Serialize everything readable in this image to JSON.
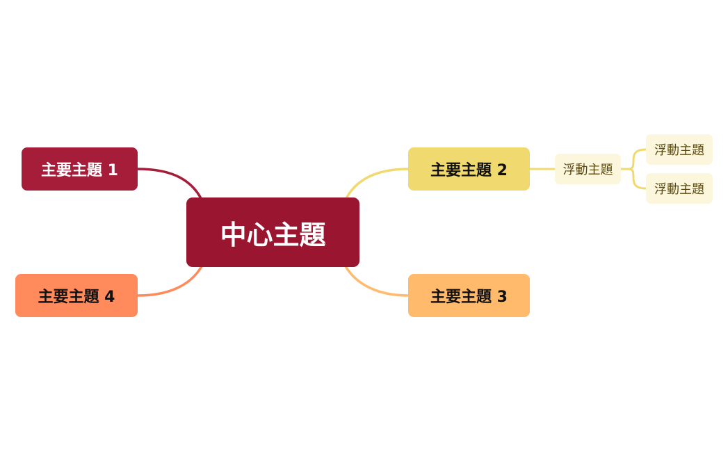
{
  "central_topic": {
    "label": "中心主題",
    "color": "#991530"
  },
  "main_topics": [
    {
      "label": "主要主題 1",
      "color": "#A51D39",
      "text_color": "#ffffff",
      "line_color": "#A51D39"
    },
    {
      "label": "主要主題 2",
      "color": "#F0D96E",
      "text_color": "#111111",
      "line_color": "#F0D96E"
    },
    {
      "label": "主要主題 3",
      "color": "#FFBB6B",
      "text_color": "#111111",
      "line_color": "#FFBB6B"
    },
    {
      "label": "主要主題 4",
      "color": "#FF8A5B",
      "text_color": "#111111",
      "line_color": "#FF8A5B"
    }
  ],
  "floating_topics": [
    {
      "label": "浮動主題"
    },
    {
      "label": "浮動主題"
    },
    {
      "label": "浮動主題"
    }
  ],
  "floating_style": {
    "background": "#FCF6DD",
    "text_color": "#5a4a12",
    "line_color": "#F0D96E"
  }
}
